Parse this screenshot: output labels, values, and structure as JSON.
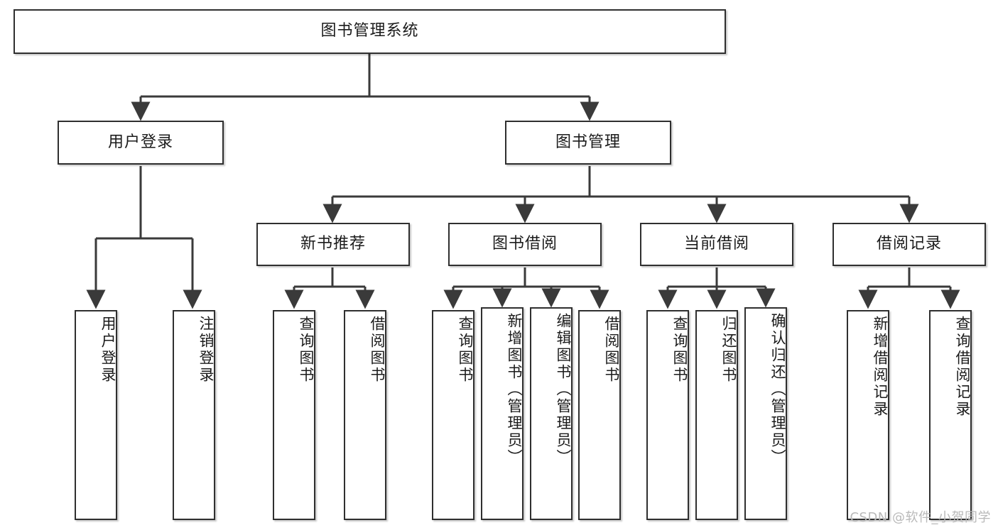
{
  "diagram": {
    "title": "图书管理系统",
    "type": "tree-hierarchy-chart",
    "watermark": "CSDN @软件_小贺同学",
    "colors": {
      "box_border": "#2f2f2f",
      "box_fill": "#ffffff",
      "edge": "#3a3a3a",
      "text": "#1b1b1b",
      "watermark": "#b9b9b9",
      "background": "#ffffff"
    }
  },
  "nodes": {
    "root": {
      "label": "图书管理系统"
    },
    "level2": [
      {
        "id": "user-login",
        "label": "用户登录"
      },
      {
        "id": "book-management",
        "label": "图书管理"
      }
    ],
    "level3": [
      {
        "id": "new-book-recommend",
        "label": "新书推荐"
      },
      {
        "id": "book-borrow",
        "label": "图书借阅"
      },
      {
        "id": "current-borrow",
        "label": "当前借阅"
      },
      {
        "id": "borrow-record",
        "label": "借阅记录"
      }
    ],
    "leaves": {
      "user_login": [
        {
          "id": "leaf-user-login",
          "label": "用户登录"
        },
        {
          "id": "leaf-user-logout",
          "label": "注销登录"
        }
      ],
      "new_book_recommend": [
        {
          "id": "leaf-query-book-1",
          "label": "查询图书"
        },
        {
          "id": "leaf-borrow-book-1",
          "label": "借阅图书"
        }
      ],
      "book_borrow": [
        {
          "id": "leaf-query-book-2",
          "label": "查询图书"
        },
        {
          "id": "leaf-add-book",
          "label": "新增图书（管理员）"
        },
        {
          "id": "leaf-edit-book",
          "label": "编辑图书（管理员）"
        },
        {
          "id": "leaf-borrow-book-2",
          "label": "借阅图书"
        }
      ],
      "current_borrow": [
        {
          "id": "leaf-query-book-3",
          "label": "查询图书"
        },
        {
          "id": "leaf-return-book",
          "label": "归还图书"
        },
        {
          "id": "leaf-confirm-return",
          "label": "确认归还（管理员）"
        }
      ],
      "borrow_record": [
        {
          "id": "leaf-add-record",
          "label": "新增借阅记录"
        },
        {
          "id": "leaf-query-record",
          "label": "查询借阅记录"
        }
      ]
    }
  }
}
